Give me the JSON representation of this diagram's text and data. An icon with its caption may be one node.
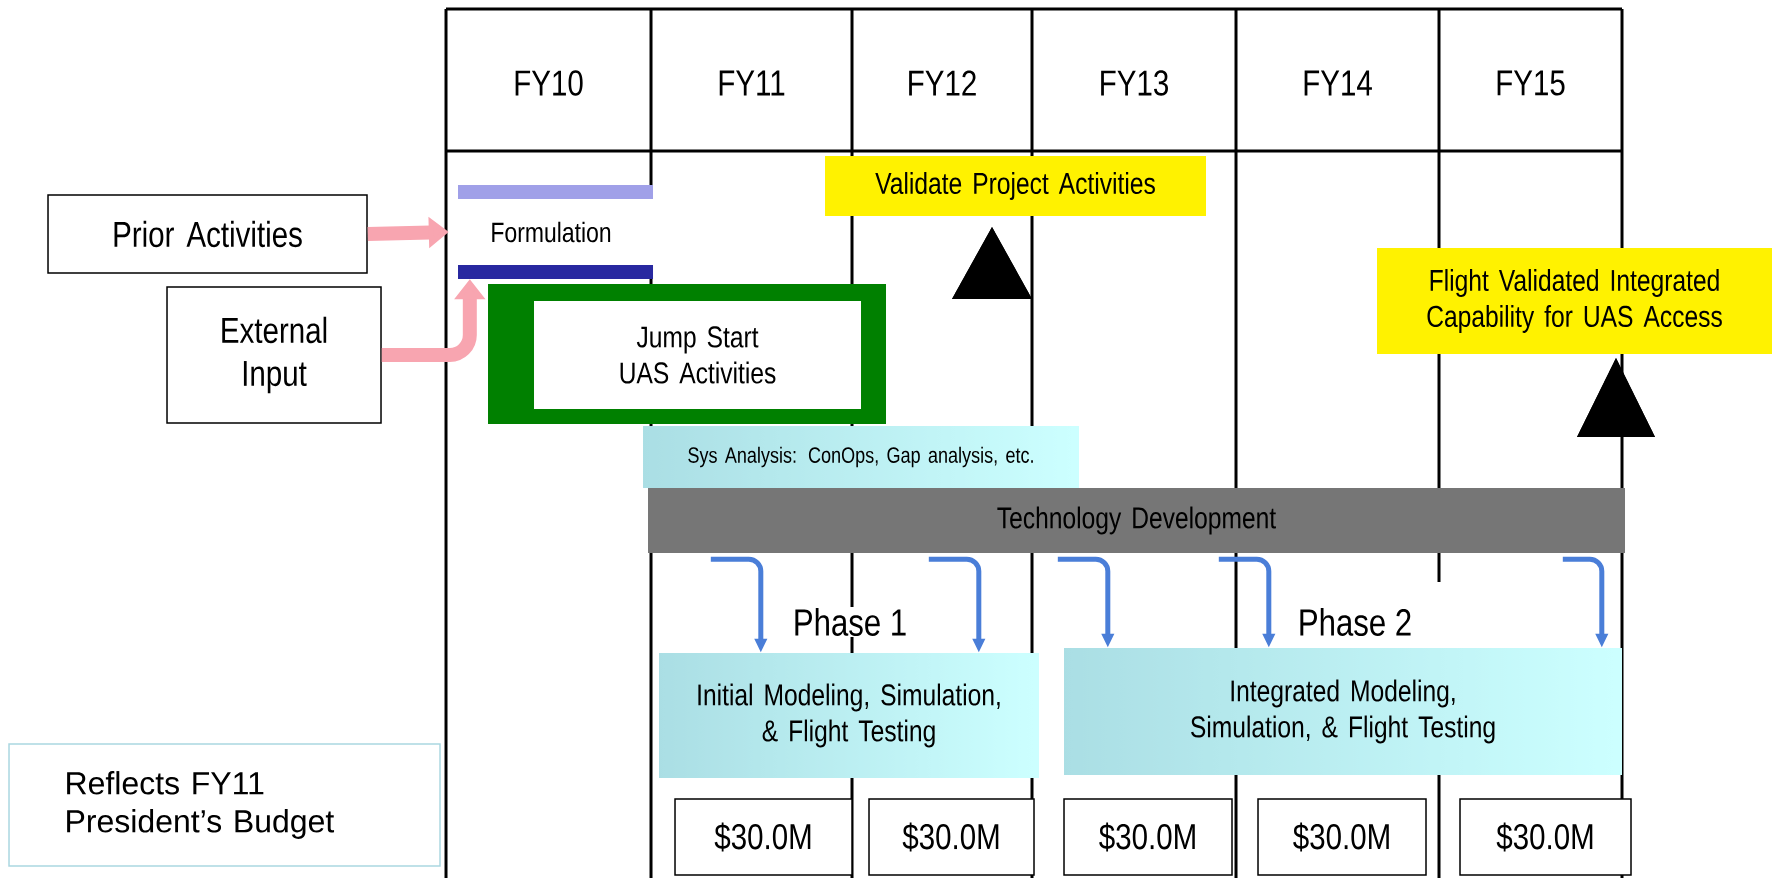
{
  "diagram": {
    "nodes": [
      {
        "text": [
          "Prior Activities"
        ]
      },
      {
        "text": [
          "Formulation"
        ]
      },
      {
        "text": [
          "External Input"
        ]
      },
      {
        "text": [
          "Jump Start UAS Activities"
        ]
      },
      {
        "text": [
          "Validate Project Activities"
        ]
      },
      {
        "text": [
          "Flight Validated Integrated Capability for UAS Access"
        ]
      },
      {
        "text": [
          "Sys Analysis: ConOps, Gap analysis, etc."
        ]
      },
      {
        "text": [
          "Technology Development"
        ]
      },
      {
        "text": [
          "Phase 1",
          "Initial Modeling, Simulation, & Flight Testing"
        ]
      },
      {
        "text": [
          "Phase 2",
          "Integrated Modeling, Simulation, & Flight Testing"
        ]
      },
      {
        "text": [
          "$30.0M"
        ]
      },
      {
        "text": [
          "$30.0M"
        ]
      },
      {
        "text": [
          "$30.0M"
        ]
      },
      {
        "text": [
          "$30.0M"
        ]
      },
      {
        "text": [
          "$30.0M"
        ]
      },
      {
        "text": [
          "Reflects FY11 President’s Budget"
        ]
      },
      {
        "text": [],
        "shape": "triangle"
      },
      {
        "text": [],
        "shape": "triangle"
      }
    ],
    "edges": [
      {
        "from": 0,
        "to": 1,
        "arrow": "to",
        "style": "thick",
        "color": "#f8a5b0"
      },
      {
        "from": 2,
        "to": 1,
        "arrow": "to",
        "style": "thick",
        "color": "#f8a5b0"
      },
      {
        "from": 7,
        "to": 8,
        "arrow": "to"
      },
      {
        "from": 7,
        "to": 8,
        "arrow": "to"
      },
      {
        "from": 7,
        "to": 9,
        "arrow": "to"
      },
      {
        "from": 7,
        "to": 9,
        "arrow": "to"
      },
      {
        "from": 7,
        "to": 9,
        "arrow": "to"
      }
    ],
    "labels": [
      "FY10",
      "FY11",
      "FY12",
      "FY13",
      "FY14",
      "FY15"
    ]
  }
}
